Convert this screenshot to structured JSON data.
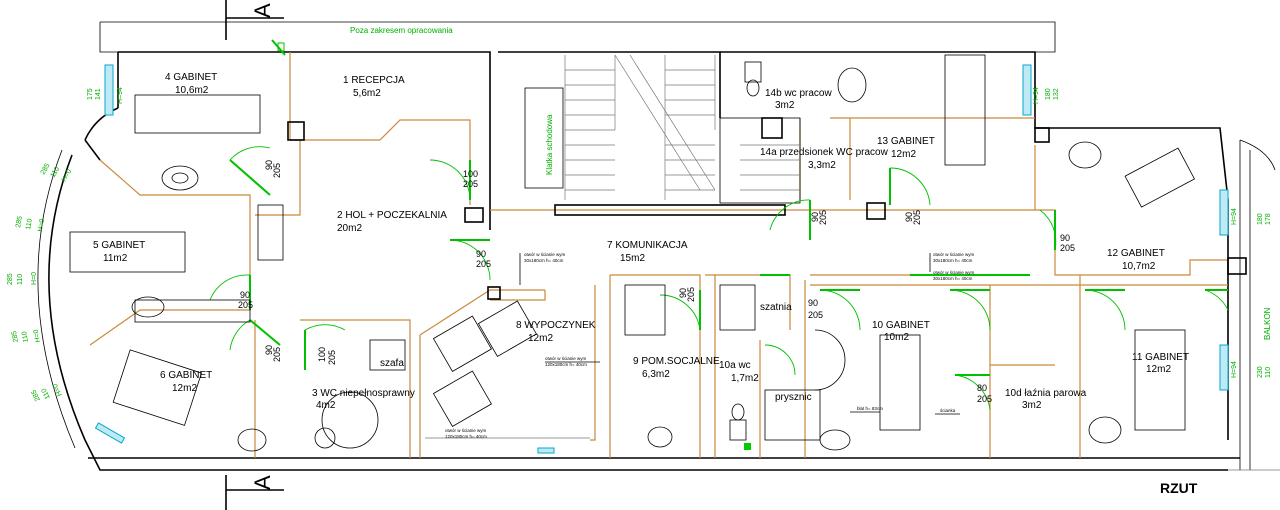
{
  "header": {
    "boundary_note": "Poza zakresem opracowania"
  },
  "section": {
    "marker_letter": "A"
  },
  "footer": {
    "plan_title": "RZUT"
  },
  "balcony": {
    "label": "BALKON"
  },
  "staircase": {
    "label": "Klatka schodowa"
  },
  "rooms": [
    {
      "id": "r1",
      "name": "1  RECEPCJA",
      "area": "5,6m2"
    },
    {
      "id": "r2",
      "name": "2  HOL + POCZEKALNIA",
      "area": "20m2"
    },
    {
      "id": "r3",
      "name": "3  WC niepełnosprawny",
      "area": "4m2"
    },
    {
      "id": "r4",
      "name": "4  GABINET",
      "area": "10,6m2"
    },
    {
      "id": "r5",
      "name": "5  GABINET",
      "area": "11m2"
    },
    {
      "id": "r6",
      "name": "6  GABINET",
      "area": "12m2"
    },
    {
      "id": "r7",
      "name": "7  KOMUNIKACJA",
      "area": "15m2"
    },
    {
      "id": "r8",
      "name": "8  WYPOCZYNEK",
      "area": "12m2"
    },
    {
      "id": "r9",
      "name": "9  POM.SOCJALNE",
      "area": "6,3m2"
    },
    {
      "id": "r10",
      "name": "10  GABINET",
      "area": "10m2"
    },
    {
      "id": "r10a",
      "name": "10a  wc",
      "area": "1,7m2"
    },
    {
      "id": "r10d",
      "name": "10d  łaźnia parowa",
      "area": "3m2"
    },
    {
      "id": "r11",
      "name": "11  GABINET",
      "area": "12m2"
    },
    {
      "id": "r12",
      "name": "12  GABINET",
      "area": "10,7m2"
    },
    {
      "id": "r13",
      "name": "13  GABINET",
      "area": "12m2"
    },
    {
      "id": "r14a",
      "name": "14a przedsionek WC pracow",
      "area": "3,3m2"
    },
    {
      "id": "r14b",
      "name": "14b  wc pracow",
      "area": "3m2"
    }
  ],
  "labels": {
    "szafa": "szafa",
    "szatnia": "szatnia",
    "prysznic": "prysznic"
  },
  "door_dims": [
    {
      "w": "90",
      "h": "205"
    },
    {
      "w": "100",
      "h": "205"
    },
    {
      "w": "90",
      "h": "205"
    },
    {
      "w": "90",
      "h": "205"
    },
    {
      "w": "90",
      "h": "205"
    },
    {
      "w": "100",
      "h": "205"
    },
    {
      "w": "90",
      "h": "205"
    },
    {
      "w": "90",
      "h": "205"
    },
    {
      "w": "90",
      "h": "205"
    },
    {
      "w": "90",
      "h": "205"
    },
    {
      "w": "90",
      "h": "205"
    },
    {
      "w": "90",
      "h": "205"
    },
    {
      "w": "80",
      "h": "205"
    }
  ],
  "notes": {
    "otwor_1": "otwór w ścianie wym",
    "otwor_1b": "30x180cm  h= 40cm",
    "otwor_2": "otwór w ścianie wym",
    "otwor_2b": "120x180cm  h= 40cm",
    "otwor_3": "otwór w ścianie wym",
    "otwor_3b": "120x180cm  h= 40cm",
    "otwor_4": "otwór w ścianie wym",
    "otwor_4b": "30x180cm  h= 40cm",
    "otwor_5": "otwór w ścianie wym",
    "otwor_5b": "30x180cm  h= 40cm",
    "blat": "blat h= 83cm",
    "scianka": "ścianka"
  },
  "window_labels": {
    "w1a": "175",
    "w1b": "141",
    "w1c": "H=94",
    "w2a": "180",
    "w2b": "132",
    "w2c": "H=94",
    "w3a": "180",
    "w3b": "178",
    "w3c": "H=94",
    "w4a": "230",
    "w4b": "110",
    "w4c": "H=94",
    "arc1": "285",
    "arc2": "110",
    "arc3": "H=0",
    "arc4": "285",
    "arc5": "110",
    "arc6": "H=0",
    "arc7": "285",
    "arc8": "110",
    "arc9": "H=0",
    "arc10": "285",
    "arc11": "110",
    "arc12": "H=0",
    "arc13": "285",
    "arc14": "110",
    "arc15": "H=0"
  }
}
